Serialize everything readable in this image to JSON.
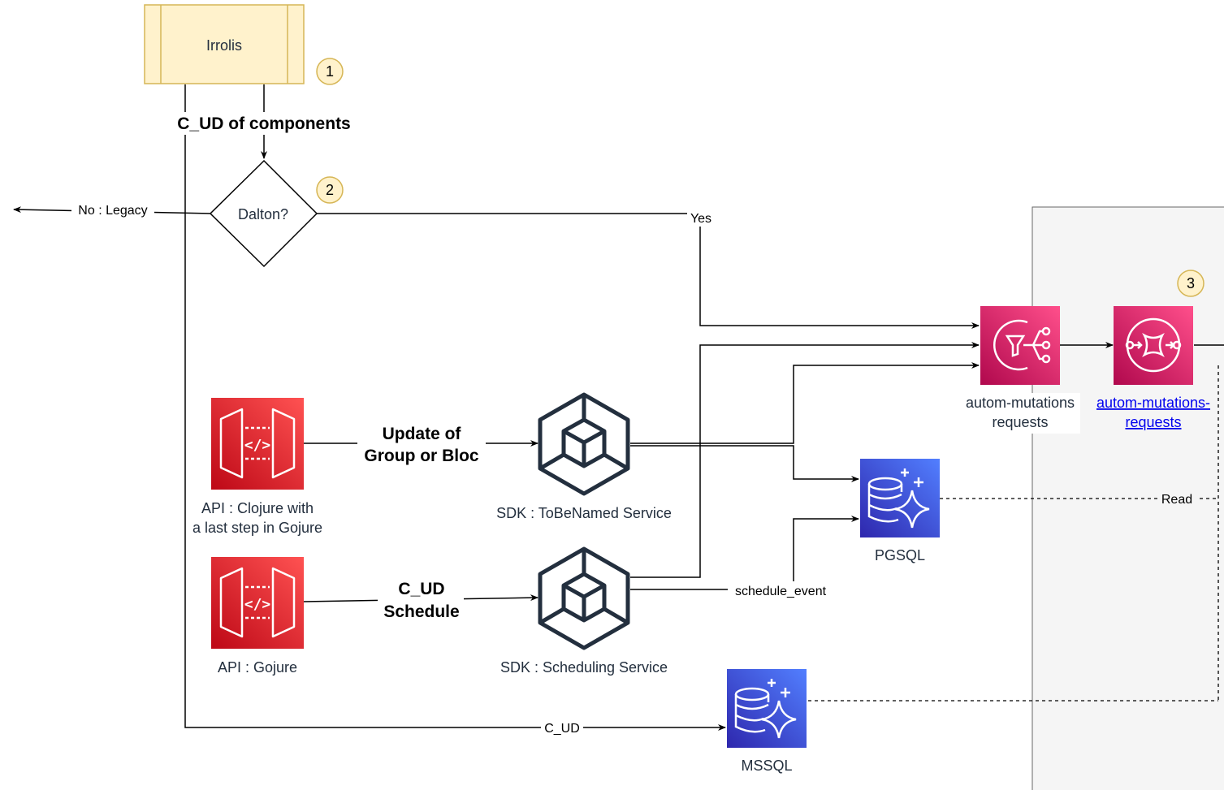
{
  "nodes": {
    "irrolis": "Irrolis",
    "dalton": "Dalton?",
    "api_clojure_line1": "API : Clojure with",
    "api_clojure_line2": "a last step in Gojure",
    "api_gojure": "API : Gojure",
    "sdk_tobenamed": "SDK : ToBeNamed Service",
    "sdk_scheduling": "SDK : Scheduling Service",
    "pgsql": "PGSQL",
    "mssql": "MSSQL",
    "sns_line1": "autom-mutations",
    "sns_line2": "requests",
    "sqs_line1": "autom-mutations-",
    "sqs_line2": "requests"
  },
  "edges": {
    "c_ud_components": "C_UD of components",
    "no_legacy": "No : Legacy",
    "yes": "Yes",
    "update_group_line1": "Update of",
    "update_group_line2": "Group or Bloc",
    "c_ud_schedule_line1": "C_UD",
    "c_ud_schedule_line2": "Schedule",
    "schedule_event": "schedule_event",
    "c_ud": "C_UD",
    "read": "Read"
  },
  "badges": [
    "1",
    "2",
    "3"
  ],
  "colors": {
    "irrolis_fill": "#fff2cc",
    "irrolis_border": "#d6b656",
    "badge_fill": "#fff2cc",
    "badge_border": "#d6b656",
    "api_red": "#e7261f",
    "db_blue": "#3b48cc",
    "sns_pink": "#e7157b",
    "group_fill": "#f5f5f5",
    "group_border": "#666666"
  },
  "icons": {
    "api": "api-gateway-icon",
    "sdk": "sdk-cube-icon",
    "db": "database-icon",
    "sns": "sns-topic-icon",
    "sqs": "sqs-queue-icon"
  }
}
